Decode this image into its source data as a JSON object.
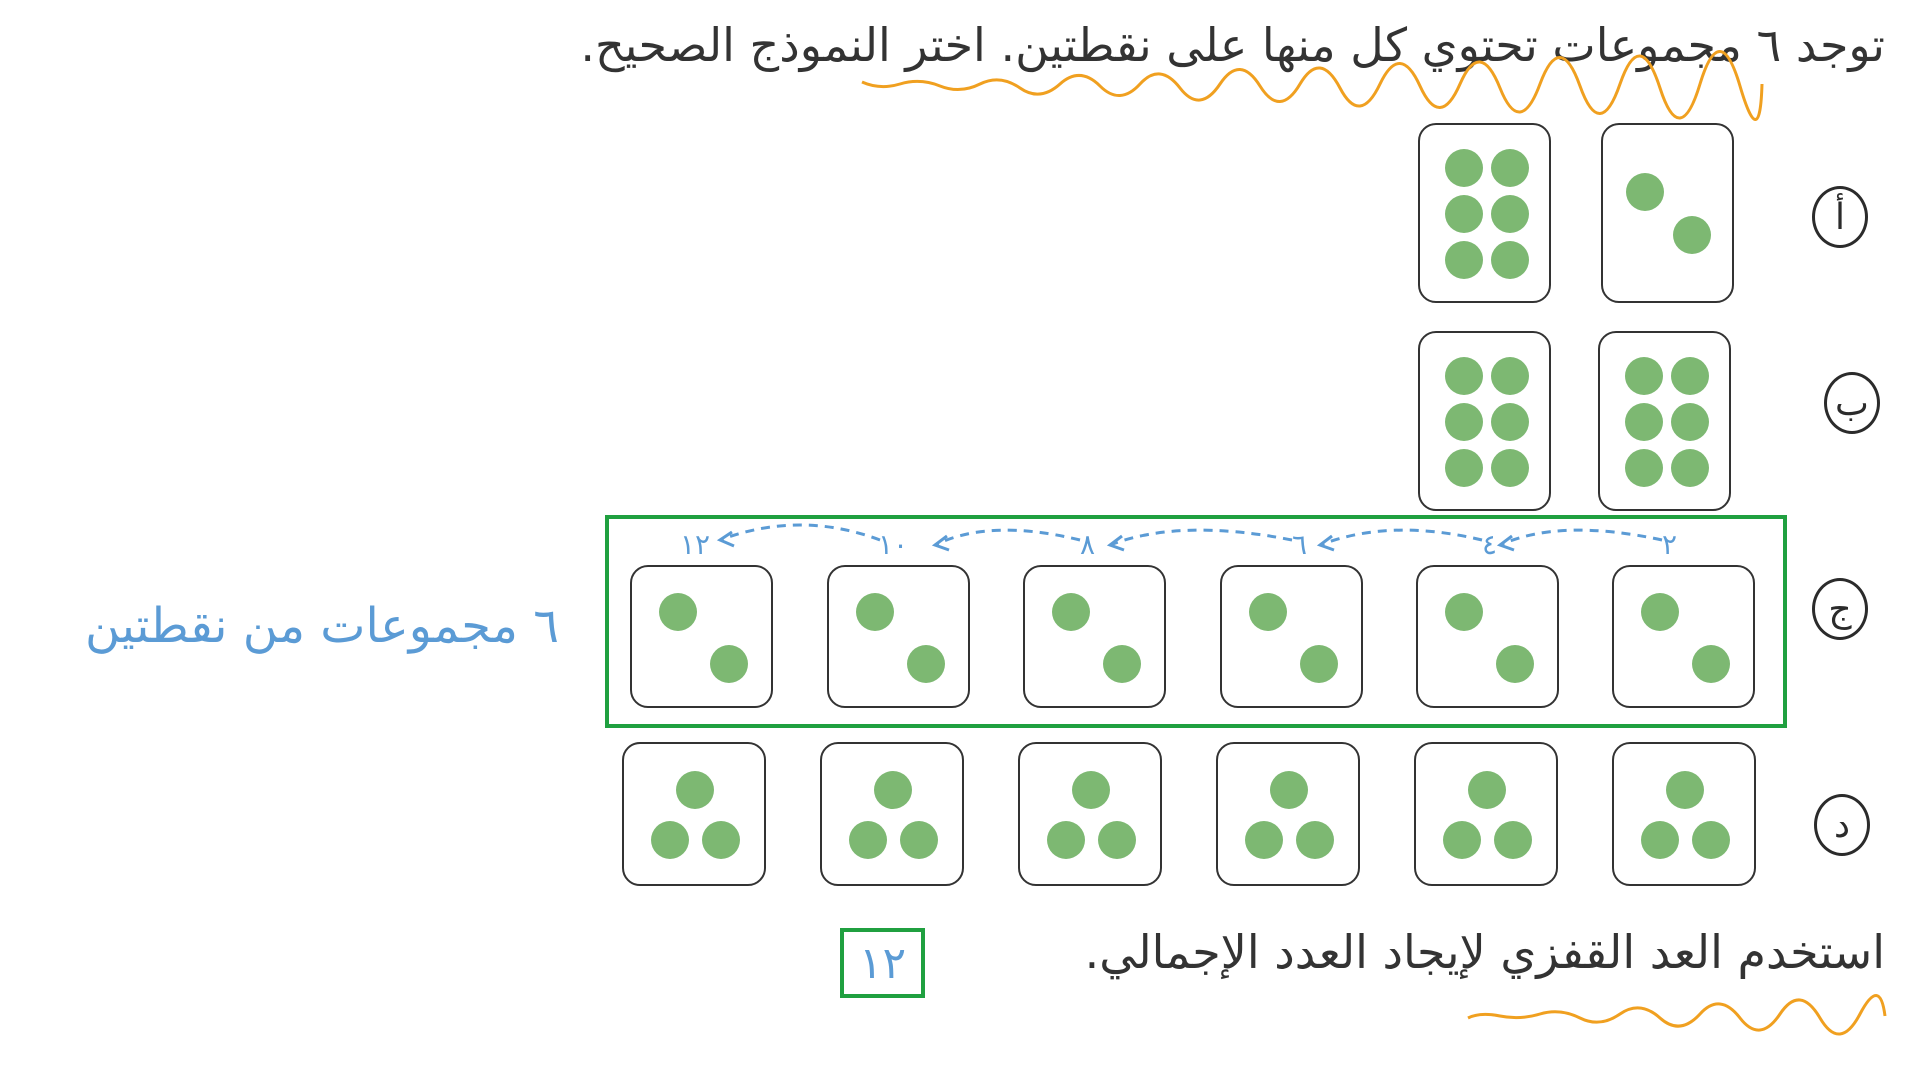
{
  "question": "توجد ٦ مجموعات تحتوي كل منها على نقطتين. اختر النموذج الصحيح.",
  "instruction": "استخدم العد القفزي لإيجاد العدد الإجمالي.",
  "answer": "١٢",
  "side_note": "٦ مجموعات من نقطتين",
  "colors": {
    "dot": "#7db872",
    "highlight": "#20a040",
    "annotation": "#5b9bd5",
    "underline": "#f0a020"
  },
  "options": [
    {
      "letter": "أ",
      "cards": [
        2,
        6
      ]
    },
    {
      "letter": "ب",
      "cards": [
        6,
        6
      ]
    },
    {
      "letter": "ج",
      "cards": [
        2,
        2,
        2,
        2,
        2,
        2
      ],
      "selected": true
    },
    {
      "letter": "د",
      "cards": [
        3,
        3,
        3,
        3,
        3,
        3
      ]
    }
  ],
  "skip_count": [
    "٢",
    "٤",
    "٦",
    "٨",
    "١٠",
    "١٢"
  ]
}
